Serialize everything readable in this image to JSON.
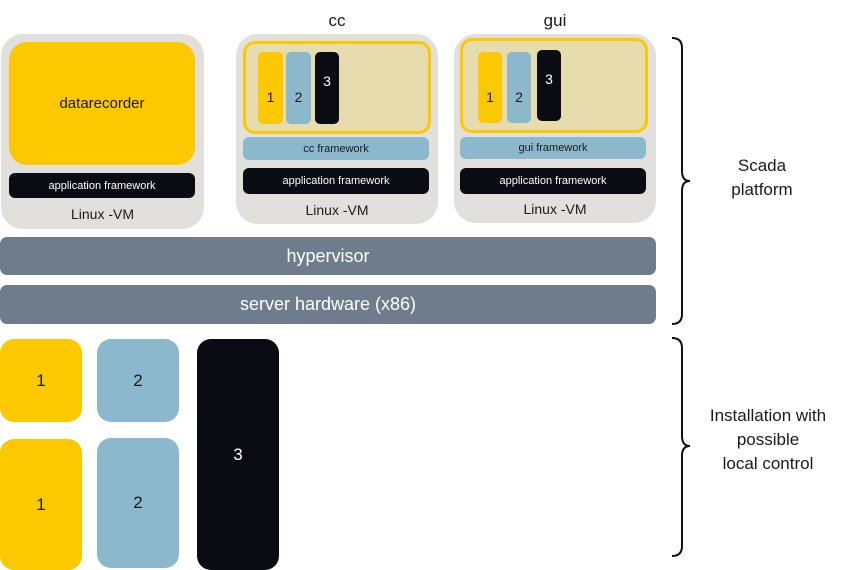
{
  "vm1": {
    "app_label": "datarecorder",
    "framework_label": "application framework",
    "os_label": "Linux -VM"
  },
  "vm2": {
    "title": "cc",
    "chips": [
      "1",
      "2",
      "3"
    ],
    "sub_framework_label": "cc framework",
    "framework_label": "application framework",
    "os_label": "Linux -VM"
  },
  "vm3": {
    "title": "gui",
    "chips": [
      "1",
      "2",
      "3"
    ],
    "sub_framework_label": "gui framework",
    "framework_label": "application framework",
    "os_label": "Linux -VM"
  },
  "hypervisor_label": "hypervisor",
  "hardware_label": "server hardware (x86)",
  "installation_blocks": [
    "1",
    "2",
    "1",
    "2",
    "3"
  ],
  "brace_labels": {
    "scada": [
      "Scada",
      "platform"
    ],
    "installation": [
      "Installation with",
      "possible",
      "local control"
    ]
  },
  "colors": {
    "yellow": "#fcc800",
    "blue": "#8bb8cd",
    "black": "#0b0b14",
    "slate": "#6e7c8c",
    "vm_bg": "#e2e0dc"
  }
}
